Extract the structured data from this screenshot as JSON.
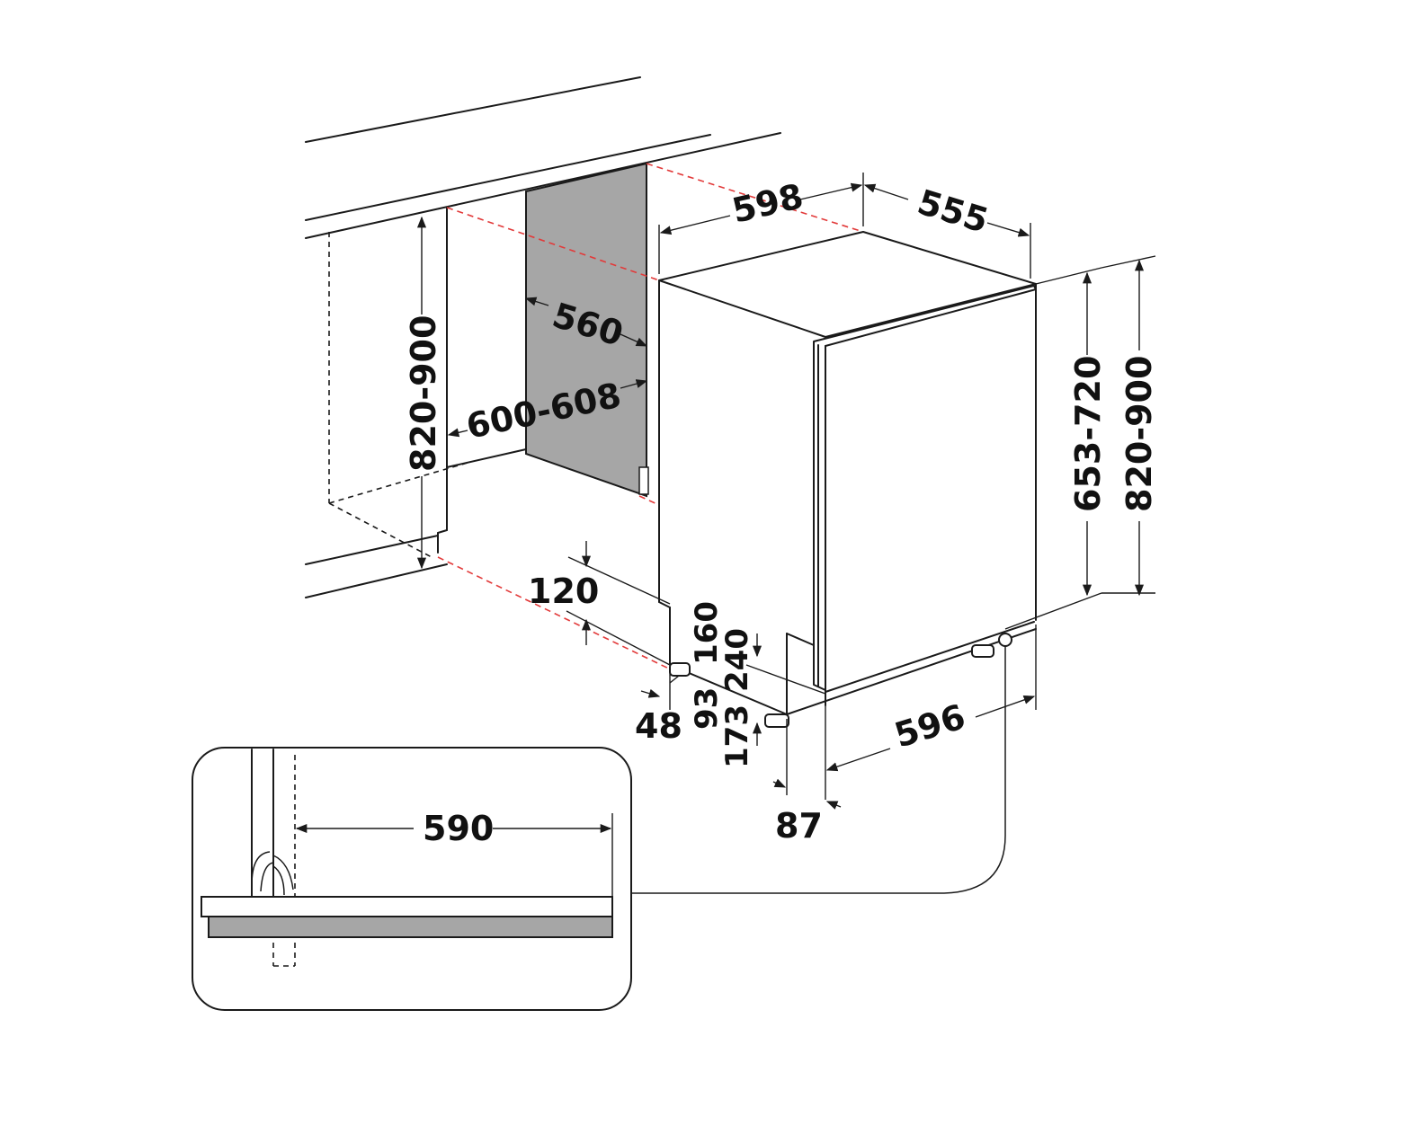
{
  "colors": {
    "line": "#1a1a1a",
    "hidden_edge": "#e23a3a",
    "panel_fill": "#a6a6a6",
    "background": "#ffffff"
  },
  "dimensions": {
    "top_width": "598",
    "top_depth": "555",
    "niche_depth": "560",
    "niche_width": "600-608",
    "niche_height": "820-900",
    "plinth": "120",
    "foot_160": "160",
    "foot_240": "240",
    "foot_48": "48",
    "foot_93": "93",
    "foot_173": "173",
    "front_width": "596",
    "door_offset": "87",
    "door_height": "653-720",
    "appliance_height": "820-900",
    "detail_width": "590"
  }
}
